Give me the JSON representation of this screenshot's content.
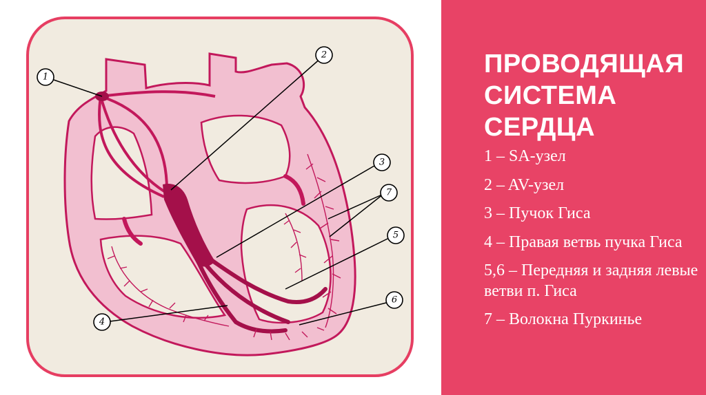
{
  "title": "ПРОВОДЯЩАЯ СИСТЕМА СЕРДЦА",
  "legend": [
    "1 – SA-узел",
    "2 – AV-узел",
    "3 – Пучок Гиса",
    "4 – Правая ветвь пучка Гиса",
    "5,6 – Передняя и задняя левые ветви п. Гиса",
    "7 – Волокна Пуркинье"
  ],
  "callouts": [
    "1",
    "2",
    "3",
    "7",
    "5",
    "4",
    "6"
  ],
  "colors": {
    "frame_border": "#e63e62",
    "frame_fill": "#f1ebe0",
    "panel": "#e84366",
    "heart_wall": "#f2bfd0",
    "heart_outline": "#c2185b",
    "conduction": "#c2185b",
    "conduction_dark": "#a4104a"
  }
}
